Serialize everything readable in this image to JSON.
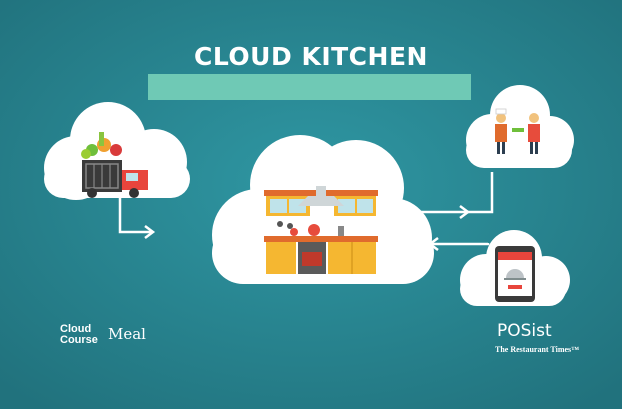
{
  "title": "CLOUD KITCHEN",
  "logos": {
    "left_line1": "Cloud",
    "left_line2": "Course",
    "left_accent": "Meal",
    "right_brand": "POSist",
    "right_tagline": "The Restaurant Times™"
  },
  "colors": {
    "background": "#2a8a96",
    "title_bar": "#6fc9b5",
    "cloud": "#ffffff",
    "cabinet": "#f5b731",
    "truck": "#e8453c",
    "flow_line": "#ffffff"
  },
  "icons": [
    "grocery-truck-icon",
    "kitchen-icon",
    "chef-handover-icon",
    "mobile-order-icon"
  ]
}
